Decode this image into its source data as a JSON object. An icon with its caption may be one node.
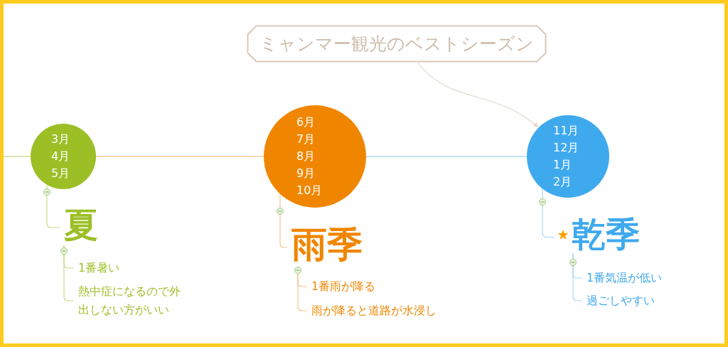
{
  "diagram": {
    "nodes": [
      {
        "text": [
          "ミャンマー観光のベストシーズン"
        ]
      },
      {
        "text": [
          "3月",
          "4月",
          "5月"
        ]
      },
      {
        "text": [
          "夏"
        ]
      },
      {
        "text": [
          "1番暑い"
        ]
      },
      {
        "text": [
          "熱中症になるので外出しない方がいい"
        ]
      },
      {
        "text": [
          "6月",
          "7月",
          "8月",
          "9月",
          "10月"
        ]
      },
      {
        "text": [
          "雨季"
        ]
      },
      {
        "text": [
          "1番雨が降る"
        ]
      },
      {
        "text": [
          "雨が降ると道路が水浸し"
        ]
      },
      {
        "text": [
          "11月",
          "12月",
          "1月",
          "2月"
        ]
      },
      {
        "text": [
          "乾季"
        ]
      },
      {
        "text": [
          "1番気温が低い"
        ]
      },
      {
        "text": [
          "過ごしやすい"
        ]
      }
    ],
    "edges": [
      {
        "from": null,
        "to": 1,
        "arrow": "none",
        "color": "#b5d06a"
      },
      {
        "from": 1,
        "to": 5,
        "arrow": "none",
        "color": "#f7b865"
      },
      {
        "from": 5,
        "to": 9,
        "arrow": "none",
        "color": "#8ccaf5"
      },
      {
        "from": 1,
        "to": 2,
        "arrow": "none",
        "color": "#c5dc8a"
      },
      {
        "from": 2,
        "to": 3,
        "arrow": "none",
        "color": "#c5dc8a"
      },
      {
        "from": 2,
        "to": 4,
        "arrow": "none",
        "color": "#c5dc8a"
      },
      {
        "from": 5,
        "to": 6,
        "arrow": "none",
        "color": "#f7c48a"
      },
      {
        "from": 6,
        "to": 7,
        "arrow": "none",
        "color": "#f7c48a"
      },
      {
        "from": 6,
        "to": 8,
        "arrow": "none",
        "color": "#f7c48a"
      },
      {
        "from": 9,
        "to": 10,
        "arrow": "none",
        "color": "#a9d6f7"
      },
      {
        "from": 10,
        "to": 11,
        "arrow": "none",
        "color": "#a9d6f7"
      },
      {
        "from": 10,
        "to": 12,
        "arrow": "none",
        "color": "#a9d6f7"
      },
      {
        "from": 0,
        "to": 9,
        "arrow": "to",
        "color": "#e2d6ca"
      }
    ]
  }
}
